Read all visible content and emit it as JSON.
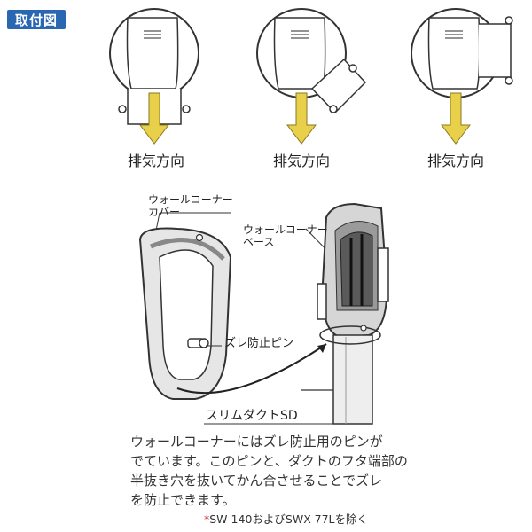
{
  "header": {
    "badge": "取付図"
  },
  "top_figures": [
    {
      "label": "排気方向"
    },
    {
      "label": "排気方向"
    },
    {
      "label": "排気方向"
    }
  ],
  "colors": {
    "badge": "#2a67b3",
    "arrow": "#e8d04a",
    "note_star": "#d0262d"
  },
  "callouts": {
    "cover_line1": "ウォールコーナー",
    "cover_line2": "カバー",
    "base_line1": "ウォールコーナー",
    "base_line2": "ベース",
    "pin": "ズレ防止ピン",
    "duct": "スリムダクトSD"
  },
  "description": [
    "ウォールコーナーにはズレ防止用のピンが",
    "でています。このピンと、ダクトのフタ端部の",
    "半抜き穴を抜いてかん合させることでズレ",
    "を防止できます。"
  ],
  "footnote": {
    "star": "*",
    "text": "SW-140およびSWX-77Lを除く"
  }
}
